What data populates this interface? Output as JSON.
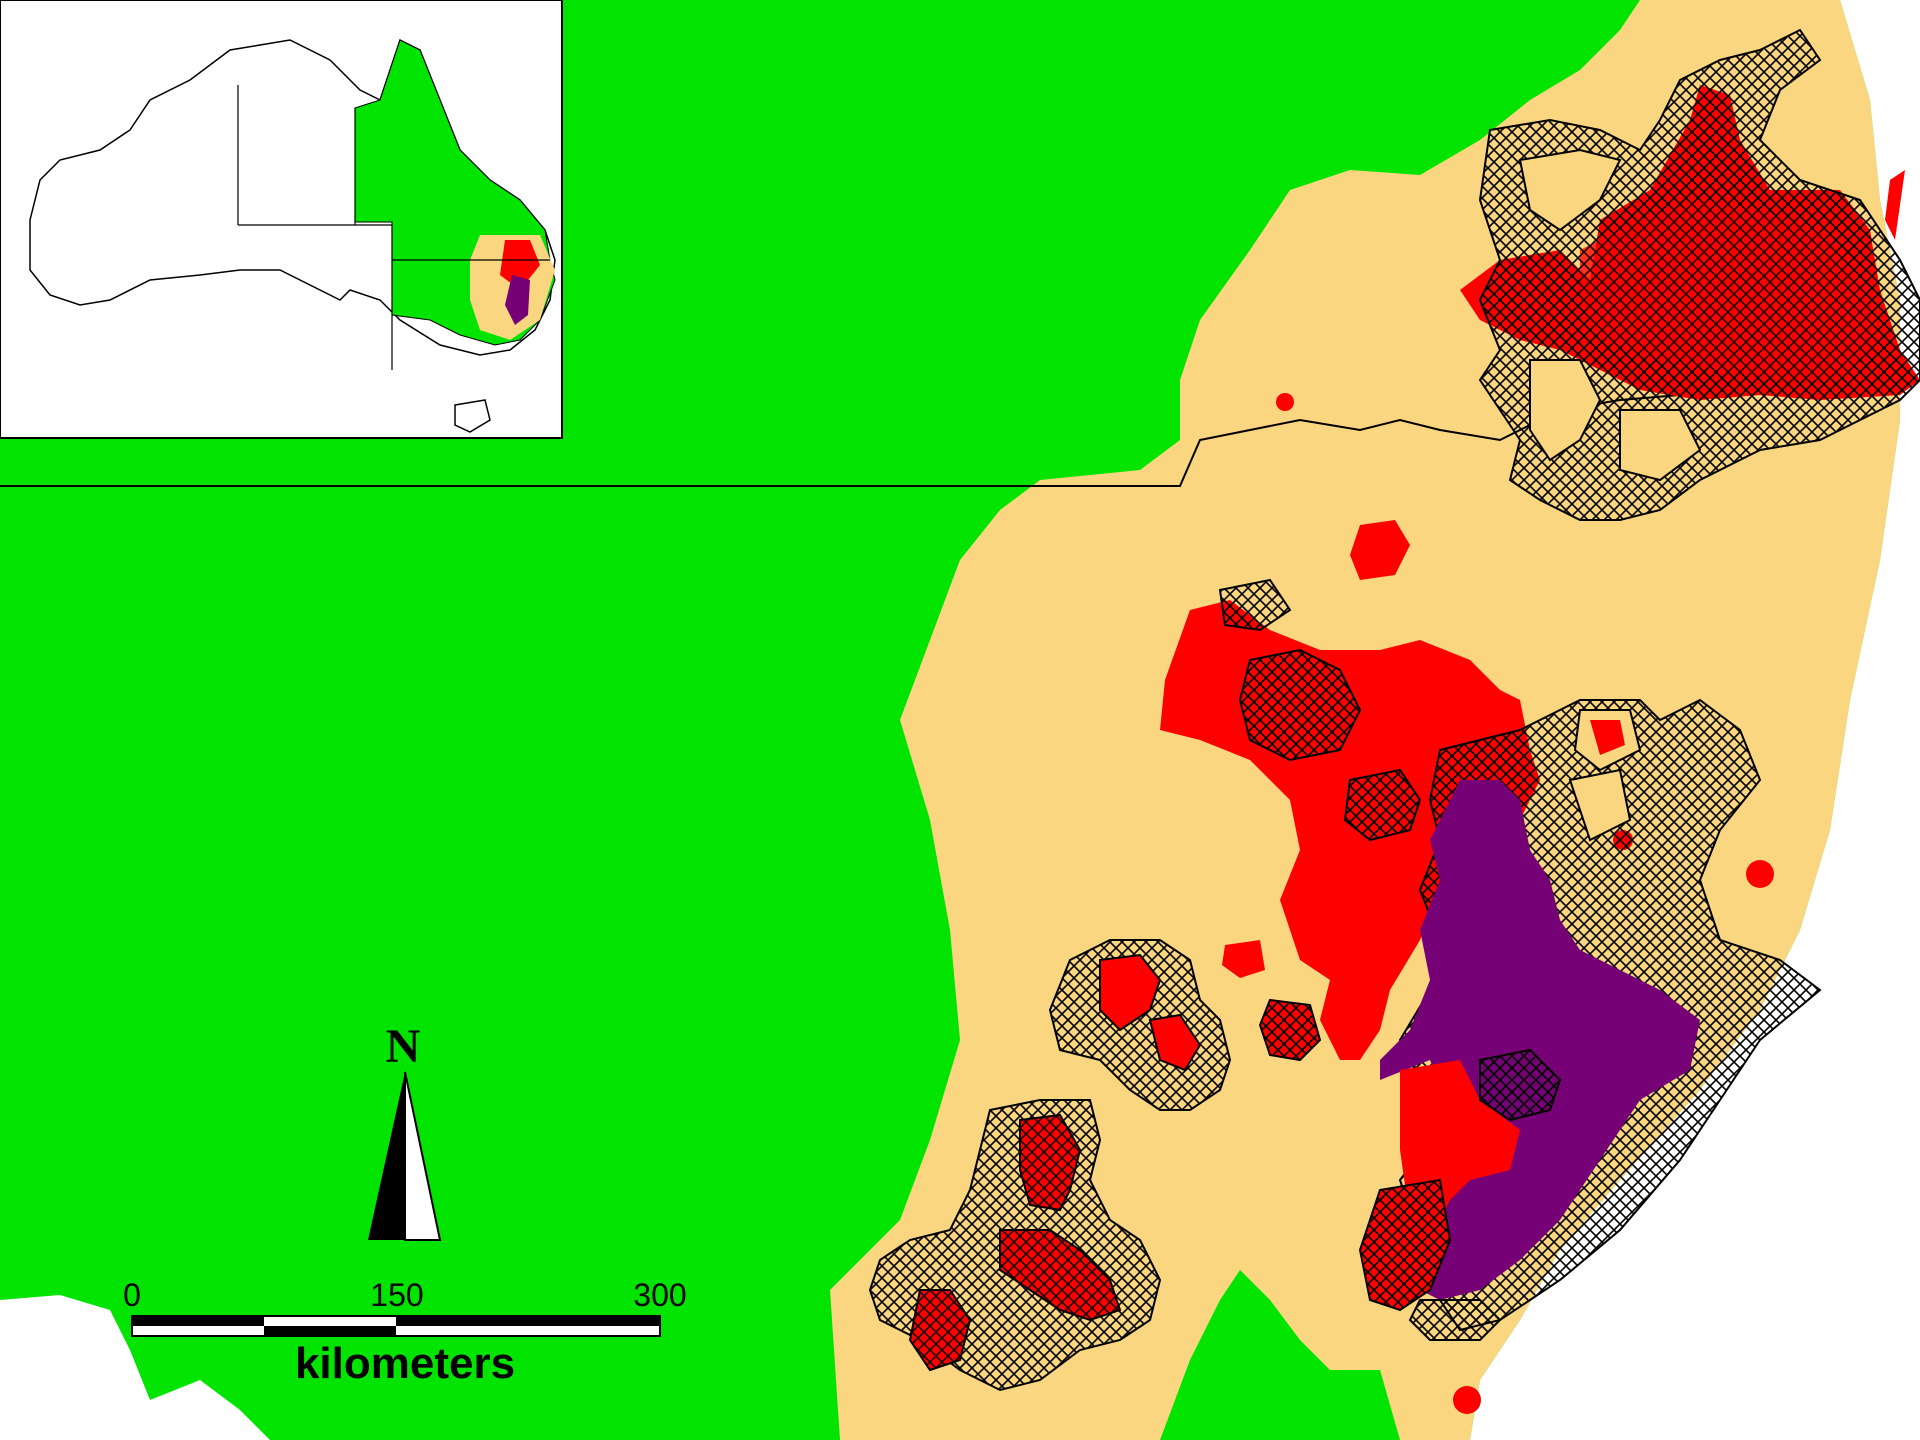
{
  "colors": {
    "background": "#00e400",
    "sea": "#ffffff",
    "zone_tan": "#fad680",
    "zone_red": "#ff0000",
    "zone_purple": "#760076",
    "hatch": "#000000",
    "border": "#000000"
  },
  "scale_bar": {
    "ticks": [
      "0",
      "150",
      "300"
    ],
    "units": "kilometers"
  },
  "north_arrow": {
    "label": "N"
  },
  "inset": {
    "description_icon": "australia-locator-icon"
  }
}
